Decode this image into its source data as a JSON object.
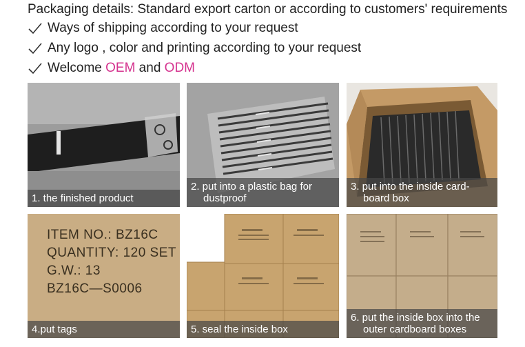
{
  "header": {
    "title": "Packaging details: Standard export carton or according to customers' requirements",
    "lines": [
      {
        "text": "Ways of shipping according to your request"
      },
      {
        "text": "Any logo , color and printing according to your request"
      }
    ],
    "welcome": {
      "prefix": "Welcome ",
      "oem": "OEM",
      "and": " and ",
      "odm": "ODM"
    },
    "check_icon": "check-icon",
    "accent_color": "#d5338f"
  },
  "steps": [
    {
      "caption": "1. the finished product",
      "caption_line2": ""
    },
    {
      "caption": "2. put into a plastic bag for",
      "caption_line2": "dustproof"
    },
    {
      "caption": "3. put into the inside card-",
      "caption_line2": "board box"
    },
    {
      "caption": "4.put tags",
      "caption_line2": ""
    },
    {
      "caption": "5. seal the inside box",
      "caption_line2": ""
    },
    {
      "caption": "6. put the inside box into the",
      "caption_line2": "outer cardboard boxes"
    }
  ],
  "tag": {
    "item": "ITEM NO.: BZ16C",
    "quantity": "QUANTITY: 120 SET",
    "gw": "G.W.: 13",
    "code": "BZ16C—S0006"
  }
}
